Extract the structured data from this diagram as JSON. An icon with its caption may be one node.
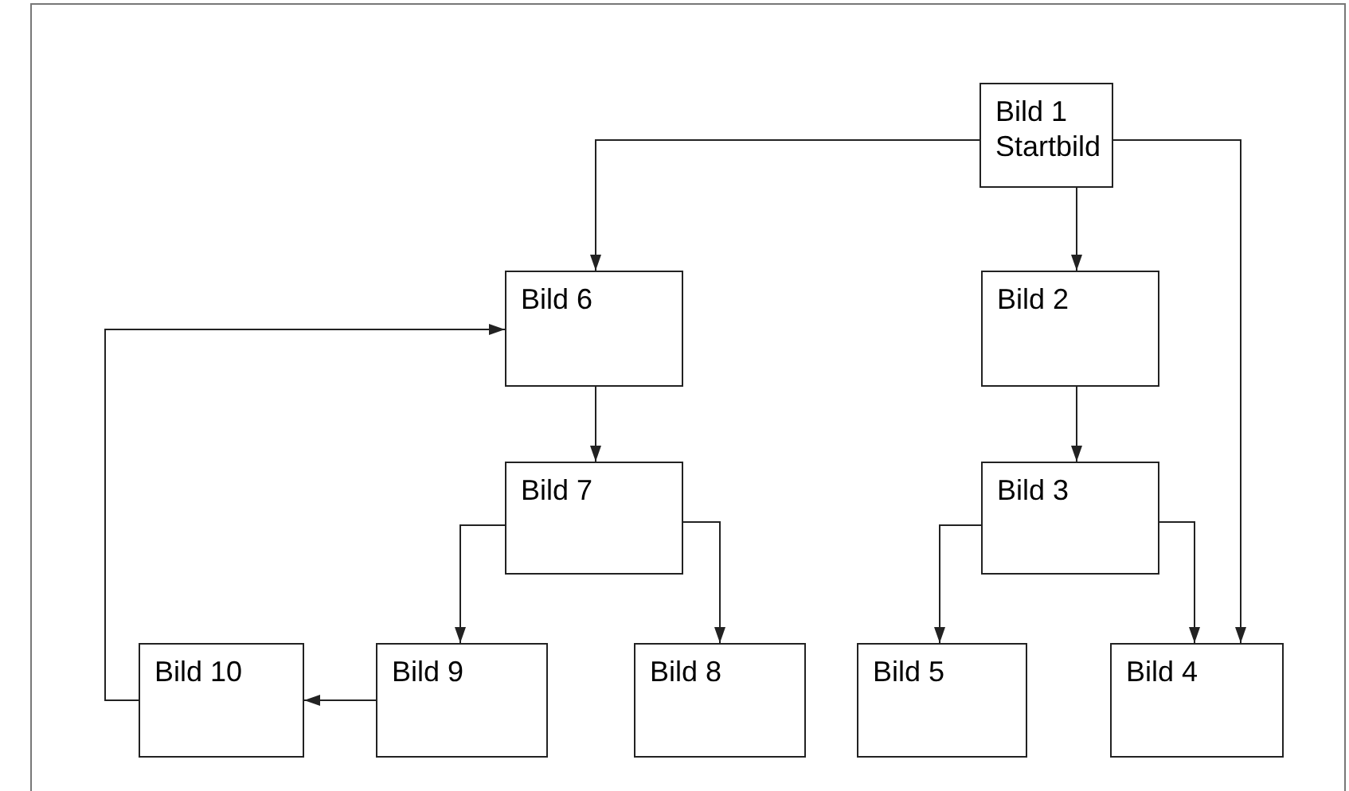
{
  "diagram": {
    "nodes": [
      {
        "text": [
          "Bild 1",
          "Startbild"
        ]
      },
      {
        "text": [
          "Bild 6"
        ]
      },
      {
        "text": [
          "Bild 2"
        ]
      },
      {
        "text": [
          "Bild 7"
        ]
      },
      {
        "text": [
          "Bild 3"
        ]
      },
      {
        "text": [
          "Bild 10"
        ]
      },
      {
        "text": [
          "Bild 9"
        ]
      },
      {
        "text": [
          "Bild 8"
        ]
      },
      {
        "text": [
          "Bild 5"
        ]
      },
      {
        "text": [
          "Bild 4"
        ]
      }
    ],
    "edges": [
      {
        "from": 0,
        "to": 1,
        "arrow": "to"
      },
      {
        "from": 0,
        "to": 2,
        "arrow": "to"
      },
      {
        "from": 0,
        "to": 9,
        "arrow": "to"
      },
      {
        "from": 1,
        "to": 3,
        "arrow": "to"
      },
      {
        "from": 2,
        "to": 4,
        "arrow": "to"
      },
      {
        "from": 3,
        "to": 6,
        "arrow": "to"
      },
      {
        "from": 3,
        "to": 7,
        "arrow": "to"
      },
      {
        "from": 4,
        "to": 8,
        "arrow": "to"
      },
      {
        "from": 4,
        "to": 9,
        "arrow": "to"
      },
      {
        "from": 6,
        "to": 5,
        "arrow": "to"
      },
      {
        "from": 5,
        "to": 1,
        "arrow": "to"
      }
    ]
  }
}
